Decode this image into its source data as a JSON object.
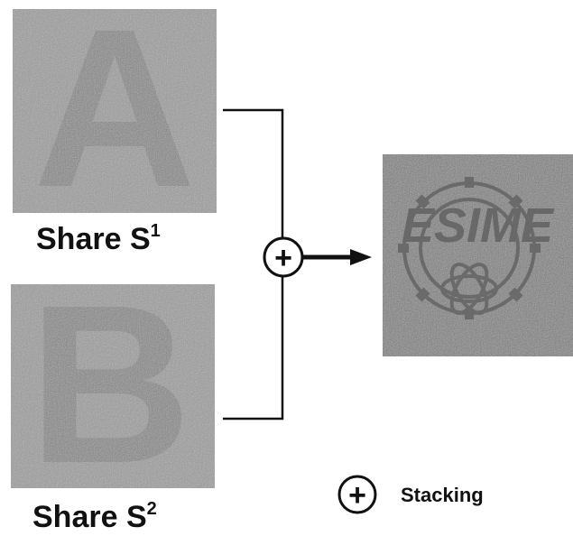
{
  "share1": {
    "letter": "A",
    "label": "Share S",
    "superscript": "1"
  },
  "share2": {
    "letter": "B",
    "label": "Share S",
    "superscript": "2"
  },
  "result": {
    "text": "ESIME"
  },
  "operator": {
    "symbol": "+"
  },
  "legend": {
    "symbol": "+",
    "label": "Stacking"
  },
  "colors": {
    "share_background": "#9b9b9b",
    "letter_fill": "#838383",
    "result_background": "#7d7d7d",
    "result_marks": "#6a6a6a",
    "lines": "#111111"
  }
}
